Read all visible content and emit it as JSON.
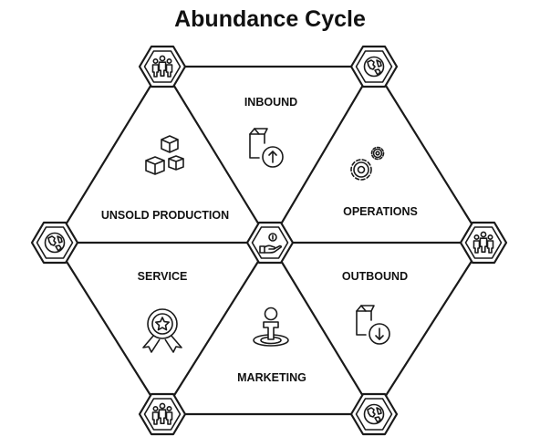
{
  "title": "Abundance Cycle",
  "segments": {
    "inbound": "INBOUND",
    "operations": "OPERATIONS",
    "outbound": "OUTBOUND",
    "marketing": "MARKETING",
    "service": "SERVICE",
    "unsold_production": "UNSOLD PRODUCTION"
  },
  "icons": {
    "inbound": "box-upload-icon",
    "operations": "gears-icon",
    "outbound": "box-download-icon",
    "marketing": "location-pin-person-icon",
    "service": "award-ribbon-icon",
    "unsold_production": "stacked-boxes-icon",
    "center": "hand-coin-icon",
    "vertices": [
      "people-group-icon",
      "globe-icon",
      "people-group-icon",
      "globe-icon",
      "people-group-icon",
      "globe-icon"
    ]
  }
}
